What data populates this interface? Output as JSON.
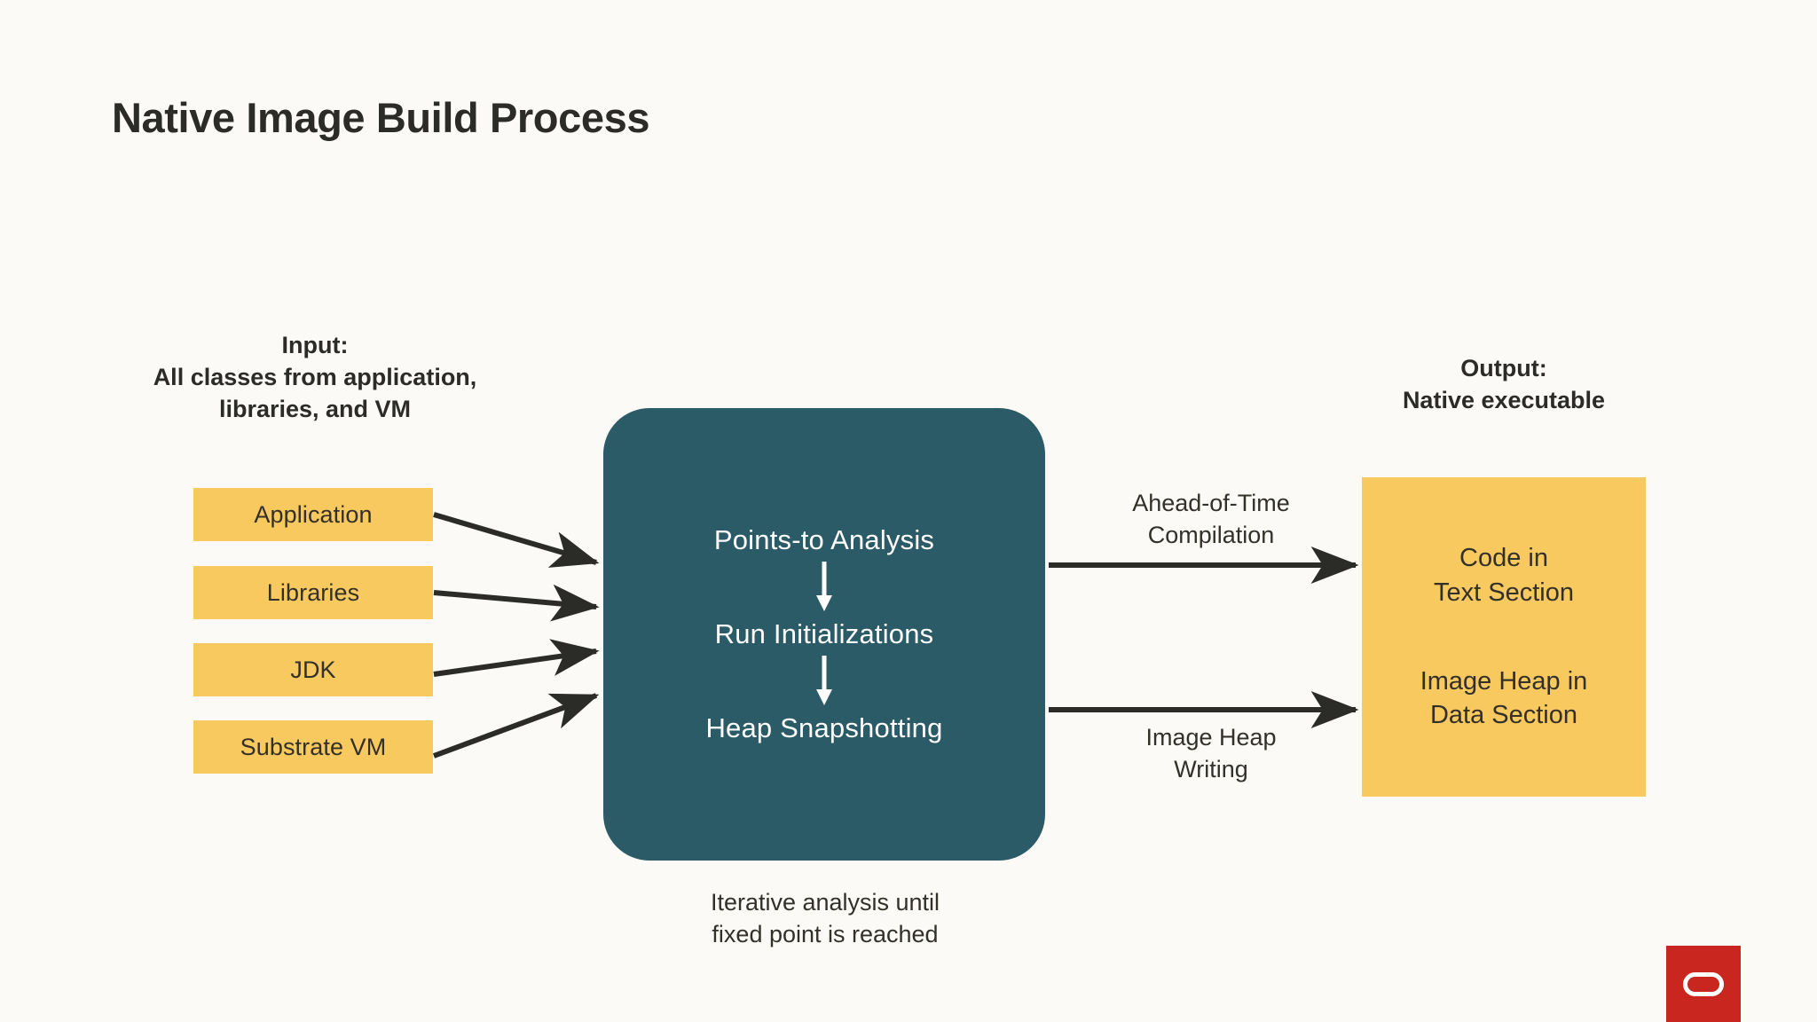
{
  "page": {
    "title": "Native Image Build Process",
    "background_color": "#FBFAF6"
  },
  "colors": {
    "accent_yellow": "#F8C95E",
    "accent_teal": "#2C5B68",
    "text_dark": "#2B2B28",
    "oracle_red": "#C8261F",
    "arrow": "#2B2B28"
  },
  "input": {
    "heading_line1": "Input:",
    "heading_line2": "All classes from application,",
    "heading_line3": "libraries, and VM",
    "items": [
      {
        "label": "Application"
      },
      {
        "label": "Libraries"
      },
      {
        "label": "JDK"
      },
      {
        "label": "Substrate VM"
      }
    ]
  },
  "process": {
    "steps": [
      {
        "label": "Points-to Analysis"
      },
      {
        "label": "Run Initializations"
      },
      {
        "label": "Heap Snapshotting"
      }
    ],
    "caption_line1": "Iterative analysis until",
    "caption_line2": "fixed point is reached"
  },
  "transitions": [
    {
      "name": "ahead-of-time-compilation",
      "line1": "Ahead-of-Time",
      "line2": "Compilation"
    },
    {
      "name": "image-heap-writing",
      "line1": "Image Heap",
      "line2": "Writing"
    }
  ],
  "output": {
    "heading_line1": "Output:",
    "heading_line2": "Native executable",
    "sections": [
      {
        "line1": "Code in",
        "line2": "Text Section"
      },
      {
        "line1": "Image Heap in",
        "line2": "Data Section"
      }
    ]
  },
  "branding": {
    "logo_name": "oracle-logo"
  }
}
